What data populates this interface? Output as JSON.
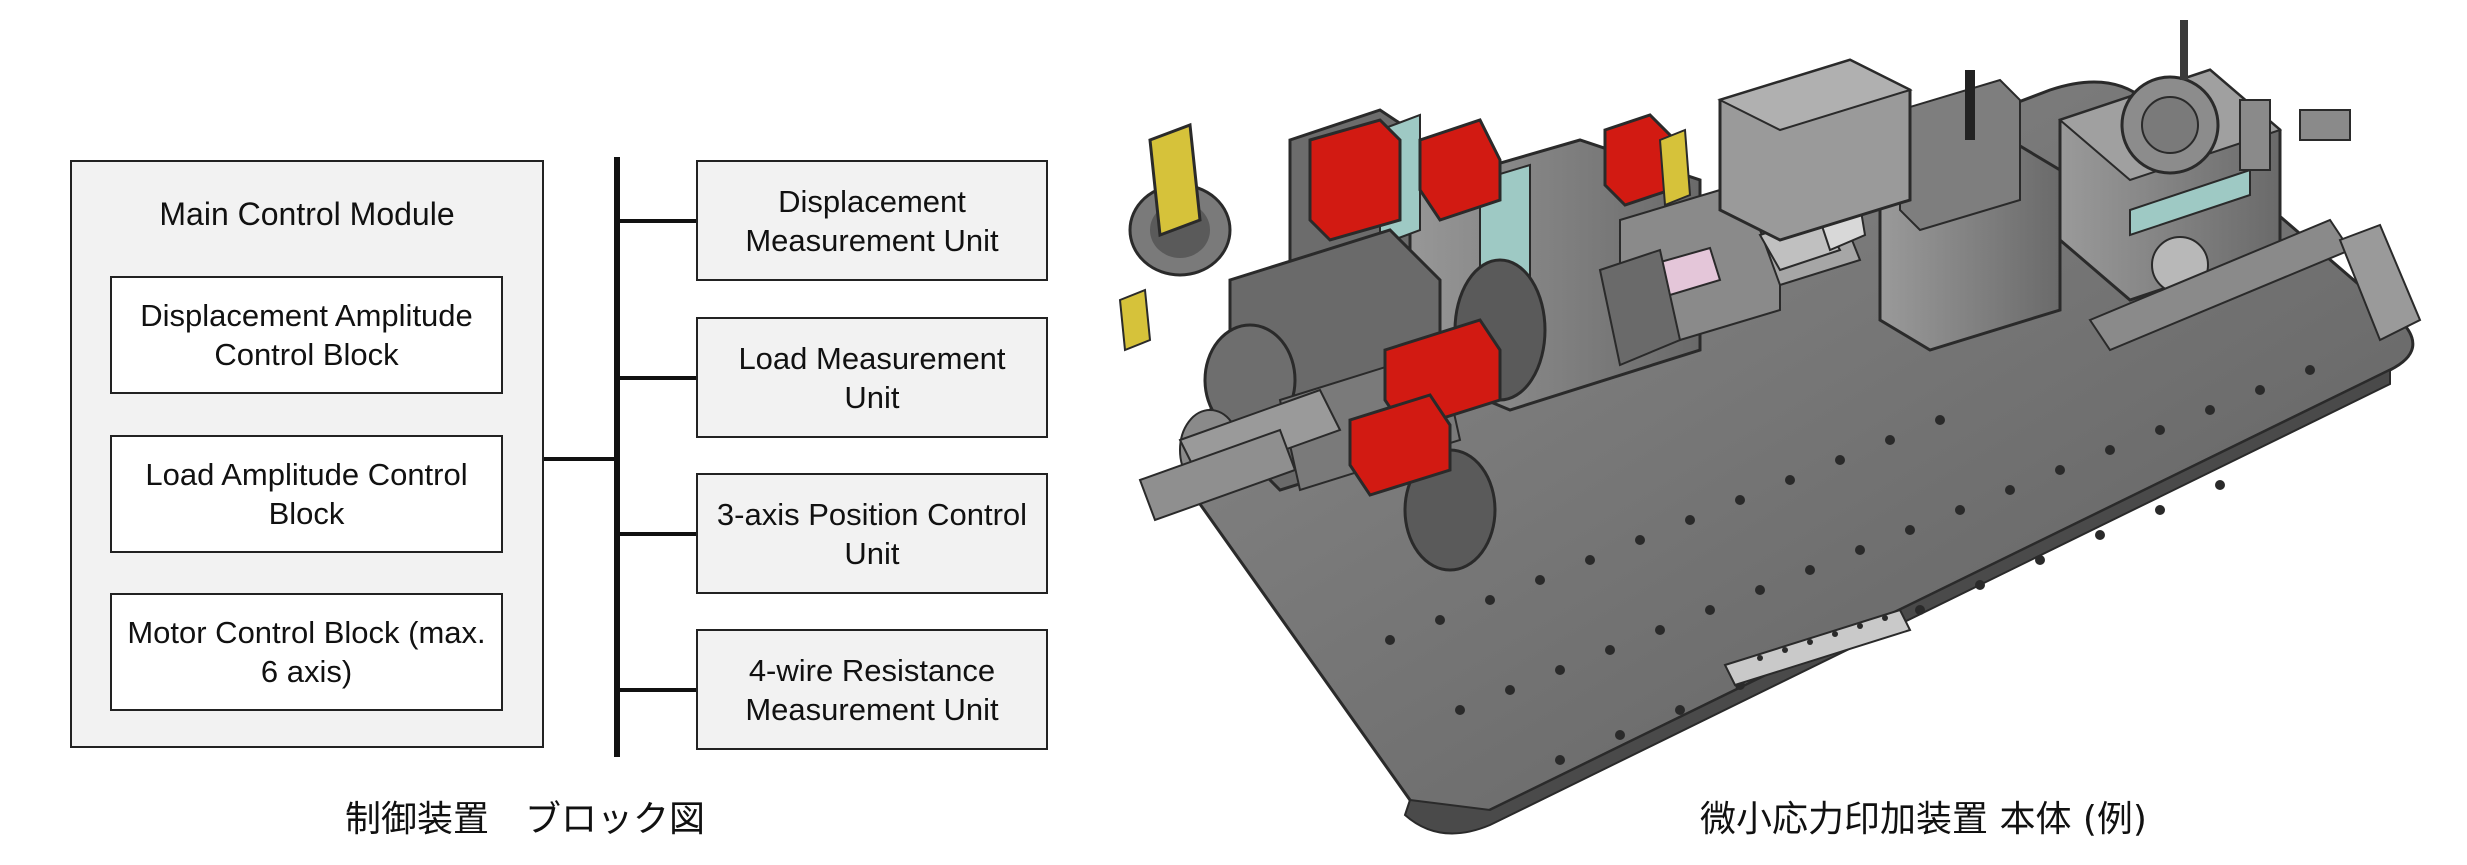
{
  "block_diagram": {
    "main_module": {
      "title": "Main Control Module",
      "blocks": [
        {
          "label": "Displacement Amplitude Control Block"
        },
        {
          "label": "Load Amplitude Control Block"
        },
        {
          "label": "Motor Control Block (max. 6 axis)"
        }
      ]
    },
    "units": [
      {
        "label": "Displacement Measurement Unit"
      },
      {
        "label": "Load Measurement Unit"
      },
      {
        "label": "3-axis Position Control Unit"
      },
      {
        "label": "4-wire Resistance Measurement Unit"
      }
    ],
    "caption": "制御装置　ブロック図"
  },
  "device_image": {
    "caption": "微小応力印加装置 本体 (例)",
    "colors": {
      "body": "#6f6f6f",
      "accent": "#d21a12",
      "glass": "#9ec9c4",
      "base": "#5a5a5a"
    }
  }
}
